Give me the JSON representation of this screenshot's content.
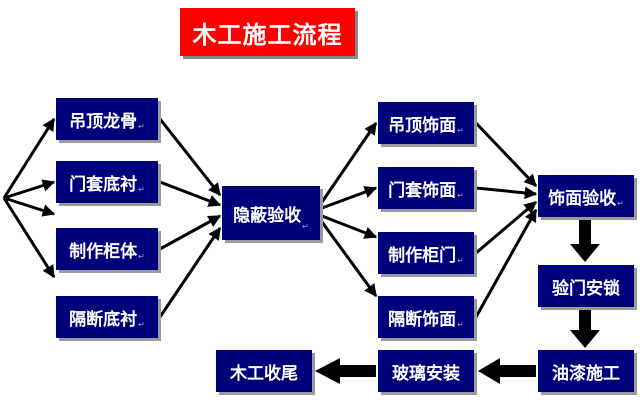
{
  "title": "木工施工流程",
  "colors": {
    "box_fill": "#00007b",
    "box_text": "#ffffff",
    "title_fill": "#ff0000",
    "arrow": "#000000"
  },
  "stage1": [
    "吊顶龙骨",
    "门套底衬",
    "制作柜体",
    "隔断底衬"
  ],
  "hidden_check": "隐蔽验收",
  "stage2": [
    "吊顶饰面",
    "门套饰面",
    "制作柜门",
    "隔断饰面"
  ],
  "finish_check": "饰面验收",
  "lock_install": "验门安锁",
  "paint": "油漆施工",
  "glass": "玻璃安装",
  "wrap_up": "木工收尾",
  "para_mark": "↵"
}
